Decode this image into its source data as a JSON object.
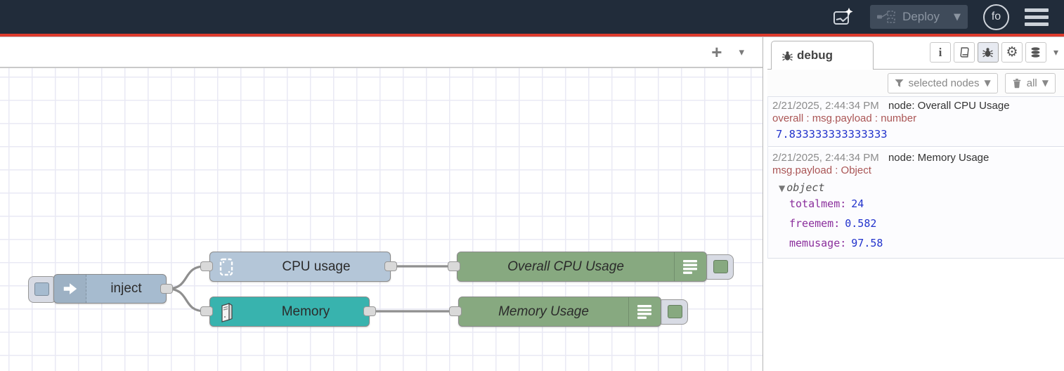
{
  "colors": {
    "header_bg": "#212c3a",
    "accent_red": "#dd3b2d",
    "grid_line": "#e9e9f4",
    "wire": "#8f8f8f",
    "port_bg": "#d9d9d9",
    "node_inject": "#a6bbcf",
    "node_cpu": "#b4c6d8",
    "node_memory": "#38b3ae",
    "node_debug": "#87a980",
    "timestamp_text": "#8c8c8c",
    "payload_path_text": "#aa5555",
    "value_number_text": "#2233cc",
    "object_key_text": "#8b2f9c"
  },
  "header": {
    "deploy": {
      "label": "Deploy"
    },
    "avatar": {
      "initials": "fo"
    },
    "icons": [
      "ai-assistant-icon",
      "deploy-flow-icon",
      "user-avatar",
      "main-menu-icon"
    ]
  },
  "workspace_toolbar": {
    "add_flow": "+"
  },
  "canvas": {
    "nodes": [
      {
        "label": "inject",
        "type": "inject"
      },
      {
        "label": "CPU usage",
        "type": "cpu"
      },
      {
        "label": "Memory",
        "type": "memory"
      },
      {
        "label": "Overall CPU Usage",
        "type": "debug"
      },
      {
        "label": "Memory Usage",
        "type": "debug"
      }
    ]
  },
  "sidebar": {
    "tab": {
      "label": "debug"
    },
    "toolbar_icons": [
      "info",
      "library",
      "debug",
      "settings",
      "context-data"
    ],
    "filters": {
      "filter_label": "selected nodes",
      "clear_label": "all"
    },
    "messages": [
      {
        "timestamp": "2/21/2025, 2:44:34 PM",
        "source": "node: Overall CPU Usage",
        "path": "overall : msg.payload : number",
        "value": "7.833333333333333"
      },
      {
        "timestamp": "2/21/2025, 2:44:34 PM",
        "source": "node: Memory Usage",
        "path": "msg.payload : Object",
        "tree": {
          "root": "object",
          "properties": [
            {
              "key": "totalmem:",
              "value": "24"
            },
            {
              "key": "freemem:",
              "value": "0.582"
            },
            {
              "key": "memusage:",
              "value": "97.58"
            }
          ]
        }
      }
    ]
  }
}
